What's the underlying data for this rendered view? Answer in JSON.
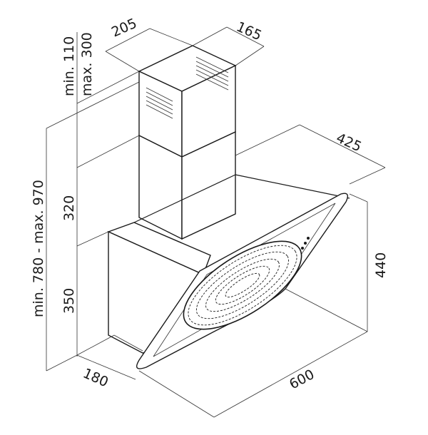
{
  "dimensions": {
    "chimney_depth": "205",
    "chimney_width": "165",
    "chimney_min": "min. 110",
    "chimney_max": "max. 300",
    "overall_height": "min. 780 - max. 970",
    "upper_cover": "320",
    "body_height": "350",
    "hood_depth": "425",
    "front_height": "440",
    "body_depth": "180",
    "hood_width": "600"
  },
  "colors": {
    "line": "#1a1a1a",
    "background": "#ffffff"
  }
}
